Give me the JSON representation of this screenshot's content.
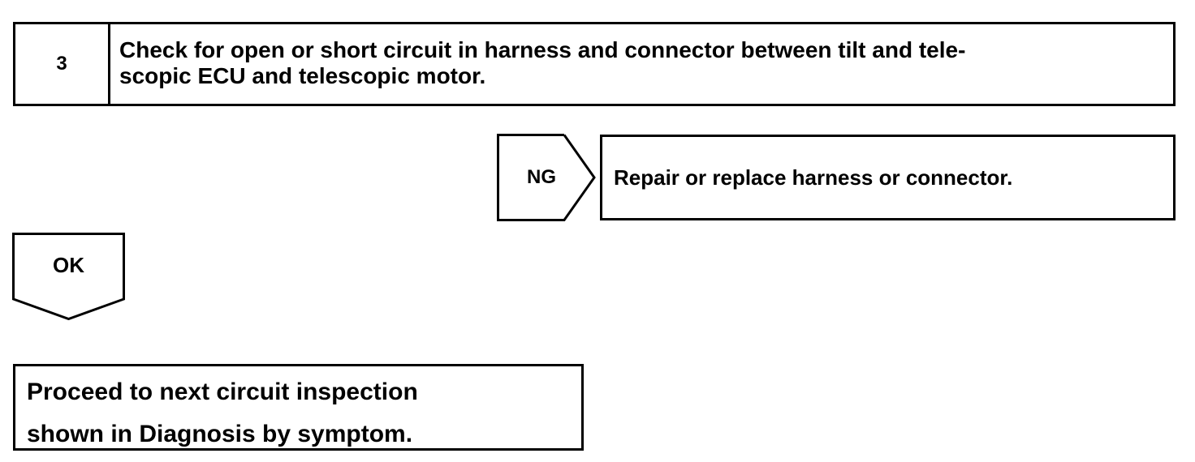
{
  "step": {
    "number": "3",
    "text_line1": "Check for open or short circuit in harness and connector between tilt and tele-",
    "text_line2": "scopic ECU and telescopic motor."
  },
  "ng_branch": {
    "label": "NG",
    "result": "Repair or replace harness or connector."
  },
  "ok_branch": {
    "label": "OK"
  },
  "final": {
    "line1": "Proceed to next circuit  inspection",
    "line2": "shown  in Diagnosis by symptom."
  }
}
